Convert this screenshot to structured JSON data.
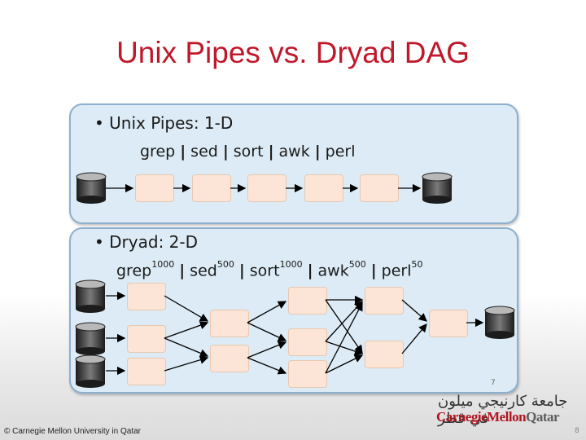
{
  "slide": {
    "title": "Unix Pipes vs. Dryad DAG",
    "footer": "© Carnegie Mellon University in Qatar",
    "inner_page_number": "7",
    "page_number": "8"
  },
  "unix_panel": {
    "bullet": "• Unix Pipes: 1-D",
    "commands": [
      "grep",
      "sed",
      "sort",
      "awk",
      "perl"
    ],
    "separator": "|"
  },
  "dryad_panel": {
    "bullet": "• Dryad: 2-D",
    "commands": [
      {
        "name": "grep",
        "count": "1000"
      },
      {
        "name": "sed",
        "count": "500"
      },
      {
        "name": "sort",
        "count": "1000"
      },
      {
        "name": "awk",
        "count": "500"
      },
      {
        "name": "perl",
        "count": "50"
      }
    ],
    "separator": "|"
  },
  "logo": {
    "arabic": "جامعة كارنيجي ميلون في قطر",
    "brand": "CarnegieMellon",
    "brand_suffix": "Qatar"
  },
  "colors": {
    "title": "#c0182b",
    "panel_fill": "#dcebf5",
    "panel_border": "#8db0cf",
    "box_fill": "#fce5d6"
  }
}
